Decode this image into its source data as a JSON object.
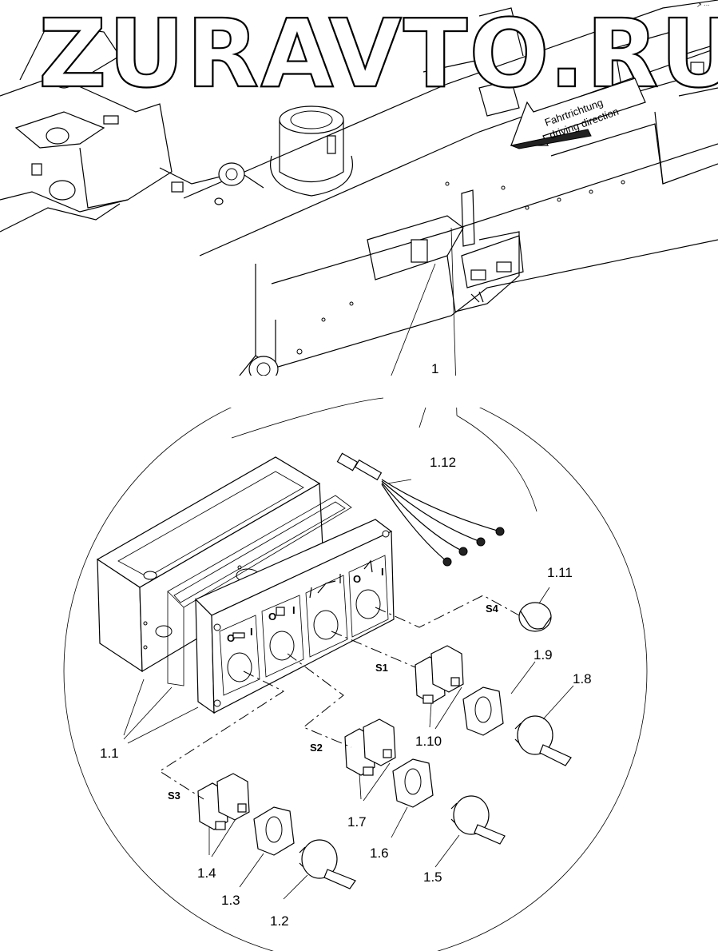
{
  "watermark": "ZURAVTO.RU",
  "direction_label": {
    "line1": "Fahrtrichtung",
    "line2": "driving direction"
  },
  "corner_mark": "↗ ···",
  "callouts": {
    "c1": "1",
    "c1_1": "1.1",
    "c1_2": "1.2",
    "c1_3": "1.3",
    "c1_4": "1.4",
    "c1_5": "1.5",
    "c1_6": "1.6",
    "c1_7": "1.7",
    "c1_8": "1.8",
    "c1_9": "1.9",
    "c1_10": "1.10",
    "c1_11": "1.11",
    "c1_12": "1.12"
  },
  "switches": {
    "s1": "S1",
    "s2": "S2",
    "s3": "S3",
    "s4": "S4"
  },
  "panel_marks": {
    "on_mark": "I",
    "off_mark": "O"
  }
}
